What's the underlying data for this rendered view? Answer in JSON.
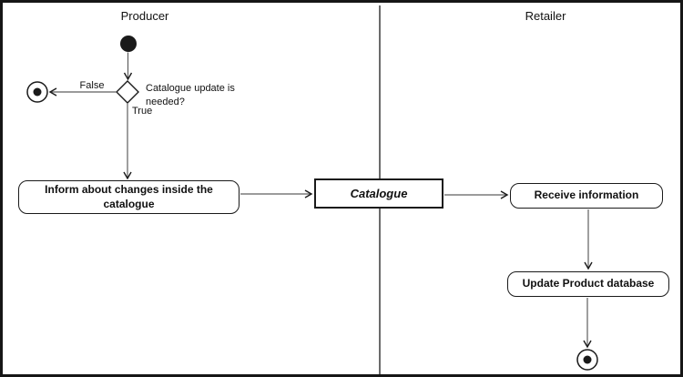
{
  "diagram": {
    "type": "uml-activity-diagram-with-swimlanes",
    "lanes": [
      {
        "title": "Producer"
      },
      {
        "title": "Retailer"
      }
    ],
    "decision": {
      "question": "Catalogue update is needed?",
      "false_label": "False",
      "true_label": "True"
    },
    "actions": {
      "inform": "Inform about changes inside the catalogue",
      "receive": "Receive information",
      "update": "Update Product database"
    },
    "object_node": {
      "label": "Catalogue"
    },
    "nodes": {
      "initial": "initial-node (filled circle)",
      "final_left": "activity-final-node (bullseye)",
      "final_bottom": "activity-final-node (bullseye)"
    },
    "colors": {
      "background": "#ffffff",
      "frame_border": "#161616",
      "lane_divider": "#6b6b6b",
      "shape_stroke": "#1a1a1a",
      "flow_line": "#5f5f5f"
    }
  }
}
